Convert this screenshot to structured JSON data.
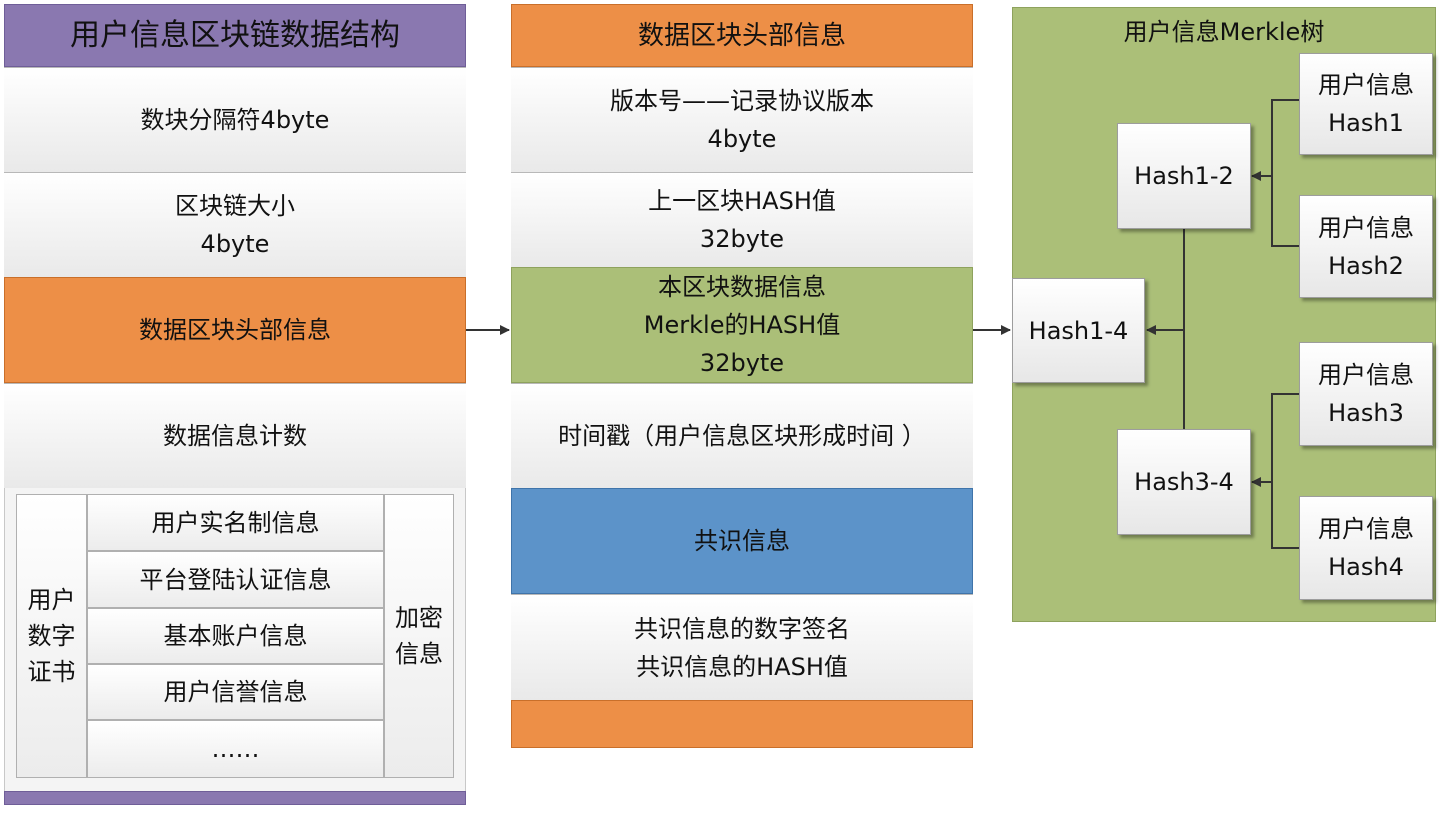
{
  "structure": {
    "title": "用户信息区块链数据结构",
    "rows": [
      {
        "lines": [
          "数块分隔符4byte"
        ]
      },
      {
        "lines": [
          "区块链大小",
          "4byte"
        ]
      },
      {
        "lines": [
          "数据区块头部信息"
        ]
      },
      {
        "lines": [
          "数据信息计数"
        ]
      }
    ],
    "certificate": {
      "label": "用户\n数字\n证书",
      "items": [
        "用户实名制信息",
        "平台登陆认证信息",
        "基本账户信息",
        "用户信誉信息",
        "……"
      ],
      "encrypt": "加密\n信息"
    }
  },
  "header": {
    "title": "数据区块头部信息",
    "rows": [
      {
        "lines": [
          "版本号——记录协议版本",
          "4byte"
        ]
      },
      {
        "lines": [
          "上一区块HASH值",
          "32byte"
        ]
      },
      {
        "lines": [
          "本区块数据信息",
          "Merkle的HASH值",
          "32byte"
        ]
      },
      {
        "lines": [
          "时间戳（用户信息区块形成时间 ）"
        ]
      },
      {
        "lines": [
          "共识信息"
        ]
      },
      {
        "lines": [
          "共识信息的数字签名",
          "共识信息的HASH值"
        ]
      }
    ]
  },
  "merkle": {
    "title": "用户信息Merkle树",
    "root": "Hash1-4",
    "mid": [
      "Hash1-2",
      "Hash3-4"
    ],
    "leaves": [
      {
        "lines": [
          "用户信息",
          "Hash1"
        ]
      },
      {
        "lines": [
          "用户信息",
          "Hash2"
        ]
      },
      {
        "lines": [
          "用户信息",
          "Hash3"
        ]
      },
      {
        "lines": [
          "用户信息",
          "Hash4"
        ]
      }
    ]
  },
  "colors": {
    "purple": "#8a78b0",
    "orange": "#ed8f47",
    "green": "#abbf78",
    "blue": "#5c93c9"
  }
}
